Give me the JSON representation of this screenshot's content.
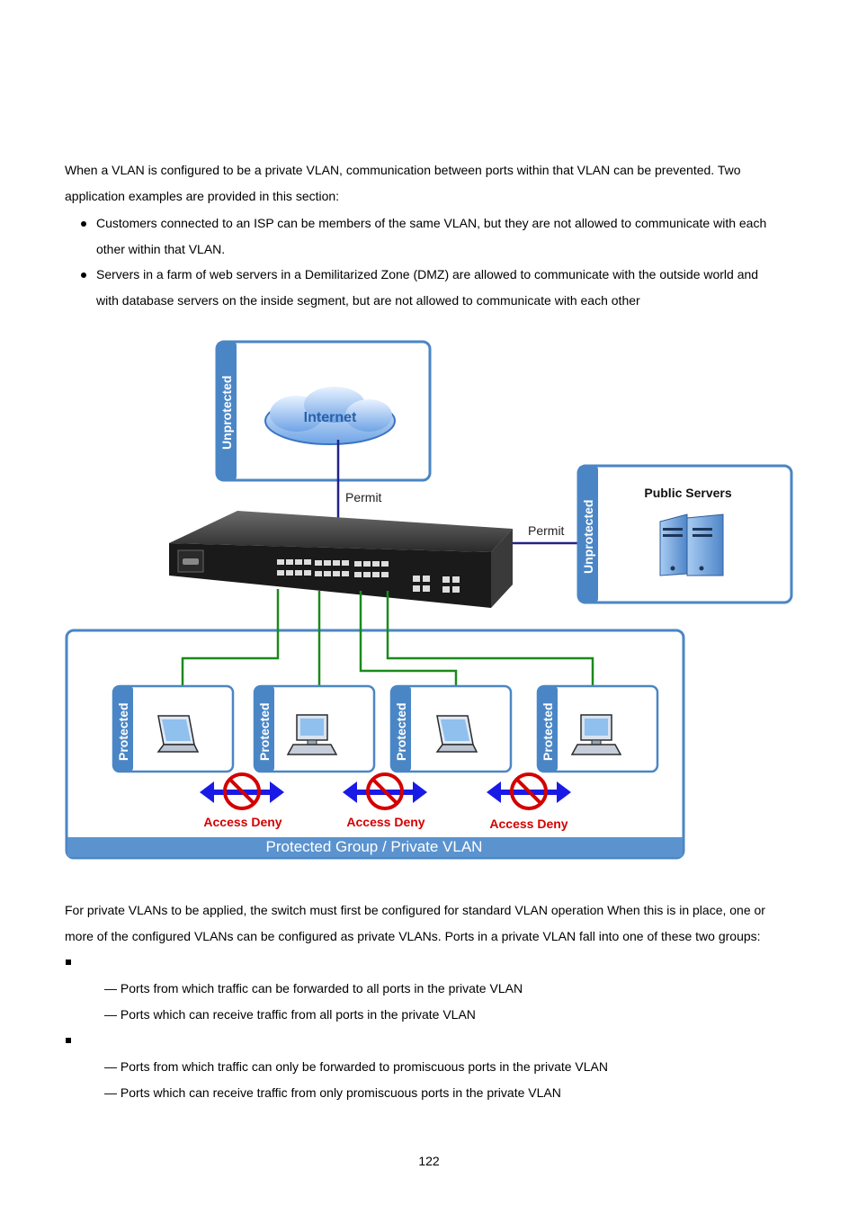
{
  "intro": {
    "line1": "When a VLAN is configured to be a private VLAN, communication between ports within that VLAN can be prevented. Two",
    "line2": "application examples are provided in this section:"
  },
  "bullets": [
    {
      "line1": "Customers connected to an ISP can be members of the same VLAN, but they are not allowed to communicate with each",
      "line2": "other within that VLAN."
    },
    {
      "line1": "Servers in a farm of web servers in a Demilitarized Zone (DMZ) are allowed to communicate with the outside world and",
      "line2": "with database servers on the inside segment, but are not allowed to communicate with each other"
    }
  ],
  "diagram": {
    "internet_label": "Internet",
    "unprotected_label": "Unprotected",
    "permit_label": "Permit",
    "public_servers_label": "Public Servers",
    "protected_label": "Protected",
    "access_deny_label": "Access Deny",
    "group_label": "Protected Group / Private VLAN",
    "colors": {
      "frame": "#4a86c5",
      "link": "#1a8a1a",
      "uplink": "#22228a",
      "deny": "#d40000",
      "arrow": "#1a1ae6"
    }
  },
  "second": {
    "line1": "For private VLANs to be applied, the switch must first be configured for standard VLAN operation When this is in place, one or",
    "line2": "more of the configured VLANs can be configured as private VLANs. Ports in a private VLAN fall into one of these two groups:"
  },
  "groups": [
    {
      "items": [
        "— Ports from which traffic can be forwarded to all ports in the private VLAN",
        "— Ports which can receive traffic from all ports in the private VLAN"
      ]
    },
    {
      "items": [
        "— Ports from which traffic can only be forwarded to promiscuous ports in the private VLAN",
        "— Ports which can receive traffic from only promiscuous ports in the private VLAN"
      ]
    }
  ],
  "page_number": "122"
}
